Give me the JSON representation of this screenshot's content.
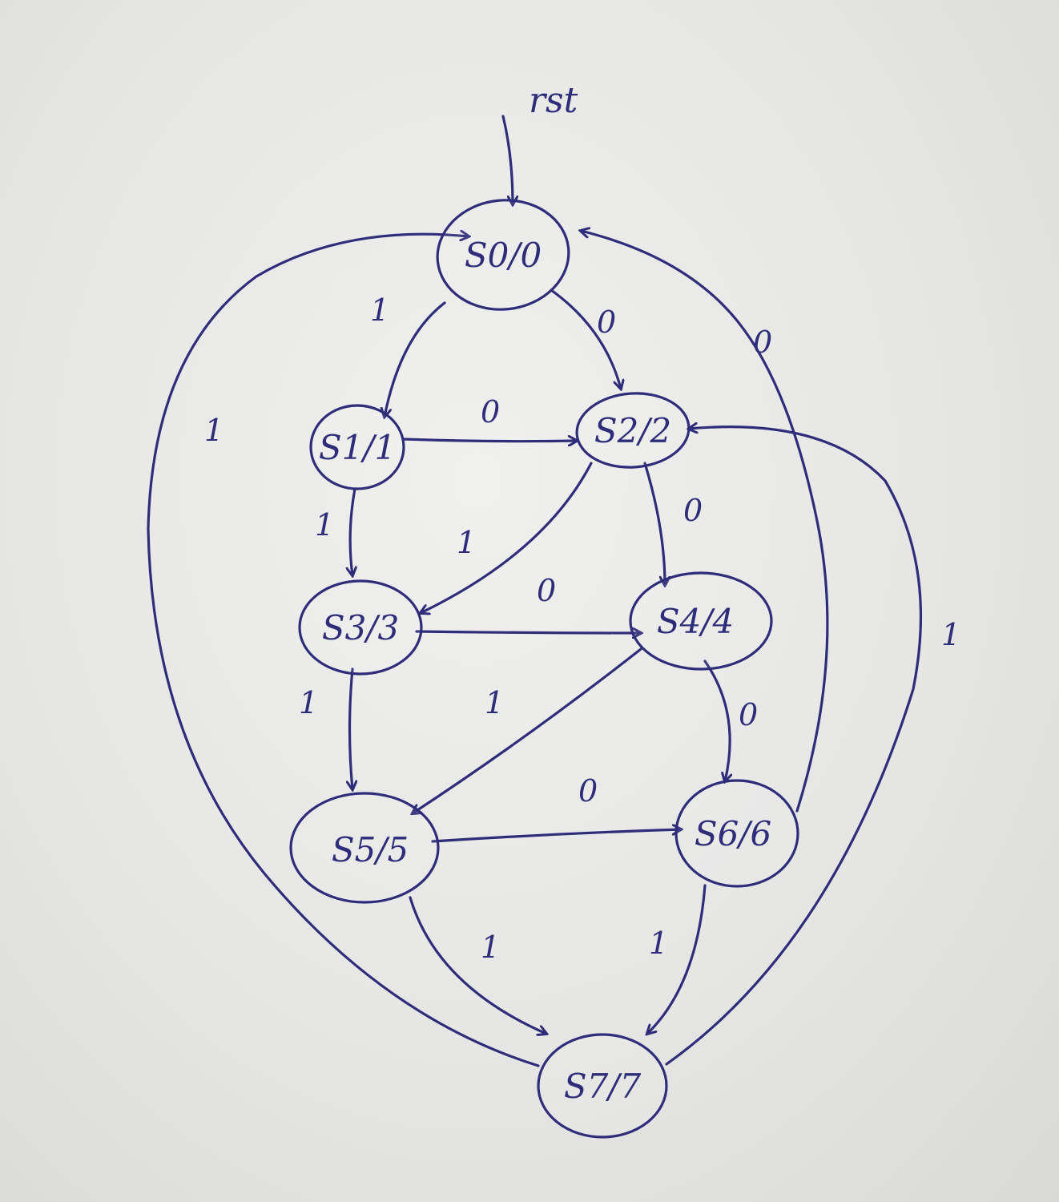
{
  "reset_label": "rst",
  "states": [
    {
      "id": "S0",
      "label": "S0/0"
    },
    {
      "id": "S1",
      "label": "S1/1"
    },
    {
      "id": "S2",
      "label": "S2/2"
    },
    {
      "id": "S3",
      "label": "S3/3"
    },
    {
      "id": "S4",
      "label": "S4/4"
    },
    {
      "id": "S5",
      "label": "S5/5"
    },
    {
      "id": "S6",
      "label": "S6/6"
    },
    {
      "id": "S7",
      "label": "S7/7"
    }
  ],
  "transitions": [
    {
      "from": "S0",
      "to": "S1",
      "label": "1"
    },
    {
      "from": "S0",
      "to": "S2",
      "label": "0"
    },
    {
      "from": "S1",
      "to": "S2",
      "label": "0"
    },
    {
      "from": "S1",
      "to": "S3",
      "label": "1"
    },
    {
      "from": "S2",
      "to": "S3",
      "label": "1"
    },
    {
      "from": "S2",
      "to": "S4",
      "label": "0"
    },
    {
      "from": "S3",
      "to": "S4",
      "label": "0"
    },
    {
      "from": "S3",
      "to": "S5",
      "label": "1"
    },
    {
      "from": "S4",
      "to": "S5",
      "label": "1"
    },
    {
      "from": "S4",
      "to": "S6",
      "label": "0"
    },
    {
      "from": "S5",
      "to": "S6",
      "label": "0"
    },
    {
      "from": "S5",
      "to": "S7",
      "label": "1"
    },
    {
      "from": "S6",
      "to": "S7",
      "label": "1"
    },
    {
      "from": "S6",
      "to": "S0",
      "label": "0"
    },
    {
      "from": "S7",
      "to": "S0",
      "label": "1"
    },
    {
      "from": "S7",
      "to": "S2",
      "label": "1"
    }
  ]
}
